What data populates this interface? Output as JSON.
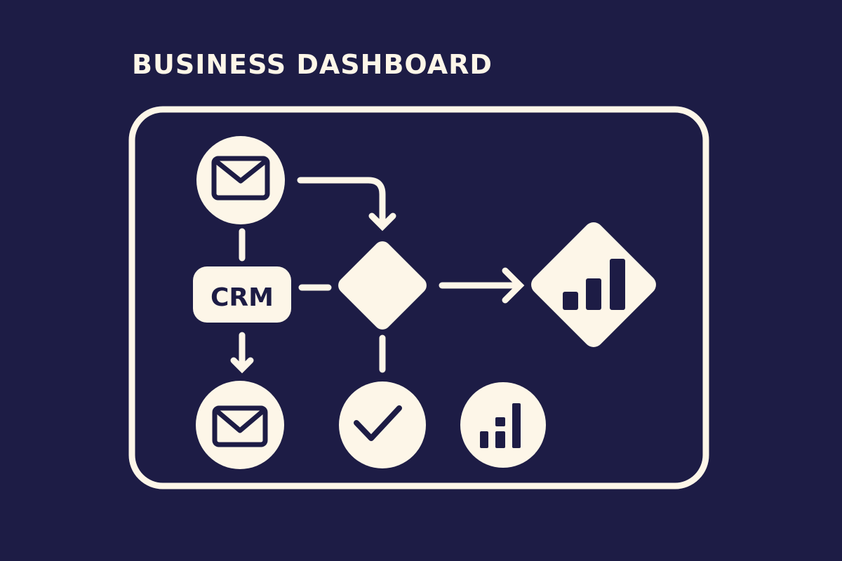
{
  "header": {
    "title": "BUSINESS DASHBOARD"
  },
  "colors": {
    "background": "#1d1c45",
    "foreground": "#fdf6e8"
  },
  "diagram": {
    "nodes": [
      {
        "id": "email-top",
        "shape": "circle",
        "icon": "envelope-icon"
      },
      {
        "id": "crm",
        "shape": "rounded-rect",
        "label": "CRM"
      },
      {
        "id": "decision",
        "shape": "diamond"
      },
      {
        "id": "analytics",
        "shape": "diamond",
        "icon": "bar-chart-icon"
      },
      {
        "id": "email-bottom",
        "shape": "circle",
        "icon": "envelope-icon"
      },
      {
        "id": "approved",
        "shape": "circle",
        "icon": "checkmark-icon"
      },
      {
        "id": "stats",
        "shape": "circle",
        "icon": "bar-chart-icon"
      }
    ],
    "edges": [
      {
        "from": "email-top",
        "to": "decision",
        "arrow": true
      },
      {
        "from": "email-top",
        "to": "crm",
        "arrow": false
      },
      {
        "from": "crm",
        "to": "decision",
        "arrow": false
      },
      {
        "from": "crm",
        "to": "email-bottom",
        "arrow": true
      },
      {
        "from": "decision",
        "to": "analytics",
        "arrow": true
      },
      {
        "from": "decision",
        "to": "approved",
        "arrow": false
      }
    ]
  }
}
